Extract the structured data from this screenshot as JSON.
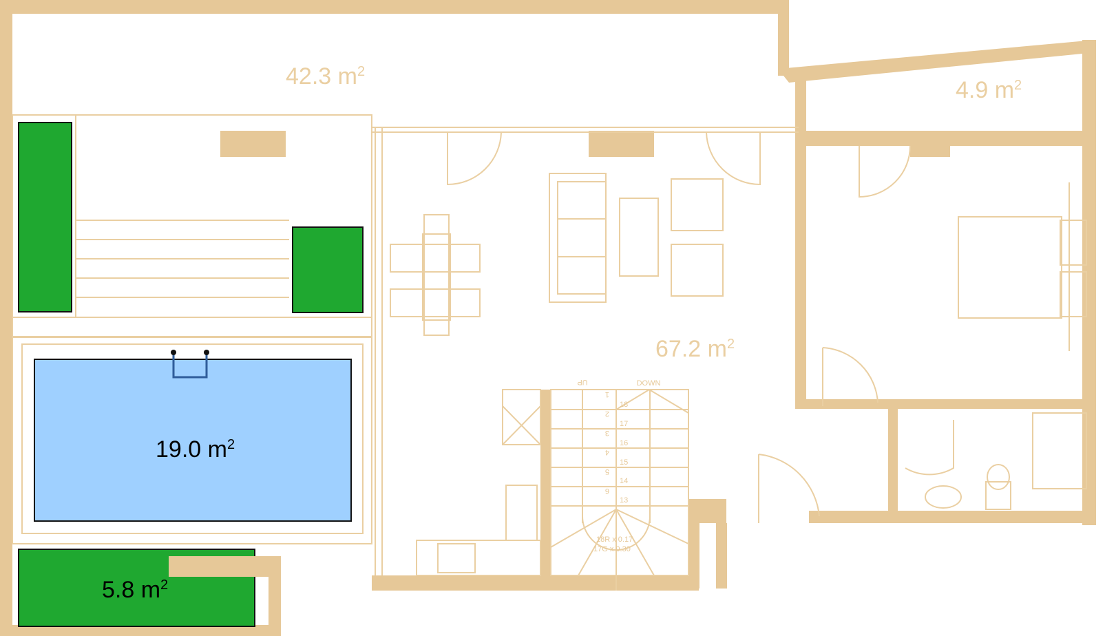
{
  "plan": {
    "areas": {
      "terrace": {
        "value": "42.3 m",
        "sup": "2"
      },
      "balcony": {
        "value": "4.9 m",
        "sup": "2"
      },
      "living": {
        "value": "67.2 m",
        "sup": "2"
      },
      "pool": {
        "value": "19.0 m",
        "sup": "2"
      },
      "garden": {
        "value": "5.8 m",
        "sup": "2"
      }
    },
    "stairs": {
      "up_label": "UP",
      "down_label": "DOWN",
      "up_steps": [
        "1",
        "2",
        "3",
        "4",
        "5",
        "6"
      ],
      "down_steps": [
        "18",
        "17",
        "16",
        "15",
        "14",
        "13"
      ],
      "risers": "18R x 0.17",
      "goings": "17G x 0.30"
    },
    "colors": {
      "wall": "#E6C898",
      "pool": "#9FD0FF",
      "grass": "#1FA830"
    }
  }
}
